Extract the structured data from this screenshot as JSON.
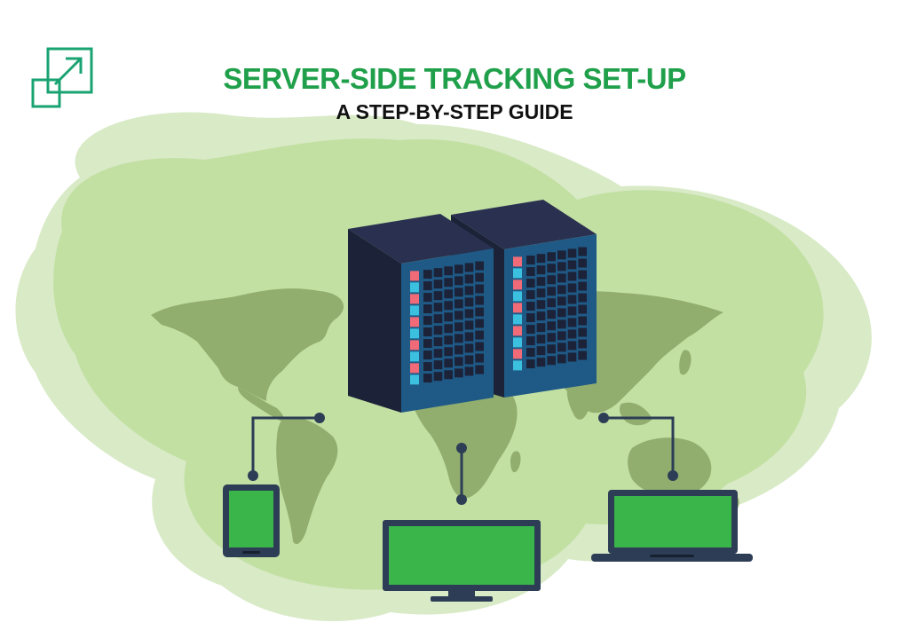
{
  "header": {
    "title": "SERVER-SIDE TRACKING SET-UP",
    "subtitle": "A STEP-BY-STEP GUIDE"
  },
  "logo": {
    "icon": "expand-arrow-icon"
  },
  "colors": {
    "accent_green": "#20a04b",
    "blob_light": "#d8eac6",
    "blob_mid": "#c3e0a3",
    "map_land": "#91ae6e",
    "server_dark": "#1c2238",
    "server_face": "#1f5a86",
    "led_red": "#f06a78",
    "led_blue": "#3cc0e0",
    "device_frame": "#2c3d55",
    "screen_green": "#3ab54a"
  },
  "diagram": {
    "servers": [
      {
        "name": "server-rack-left"
      },
      {
        "name": "server-rack-right"
      }
    ],
    "devices": [
      {
        "name": "tablet-device",
        "icon": "tablet-icon"
      },
      {
        "name": "monitor-device",
        "icon": "desktop-monitor-icon"
      },
      {
        "name": "laptop-device",
        "icon": "laptop-icon"
      }
    ]
  }
}
